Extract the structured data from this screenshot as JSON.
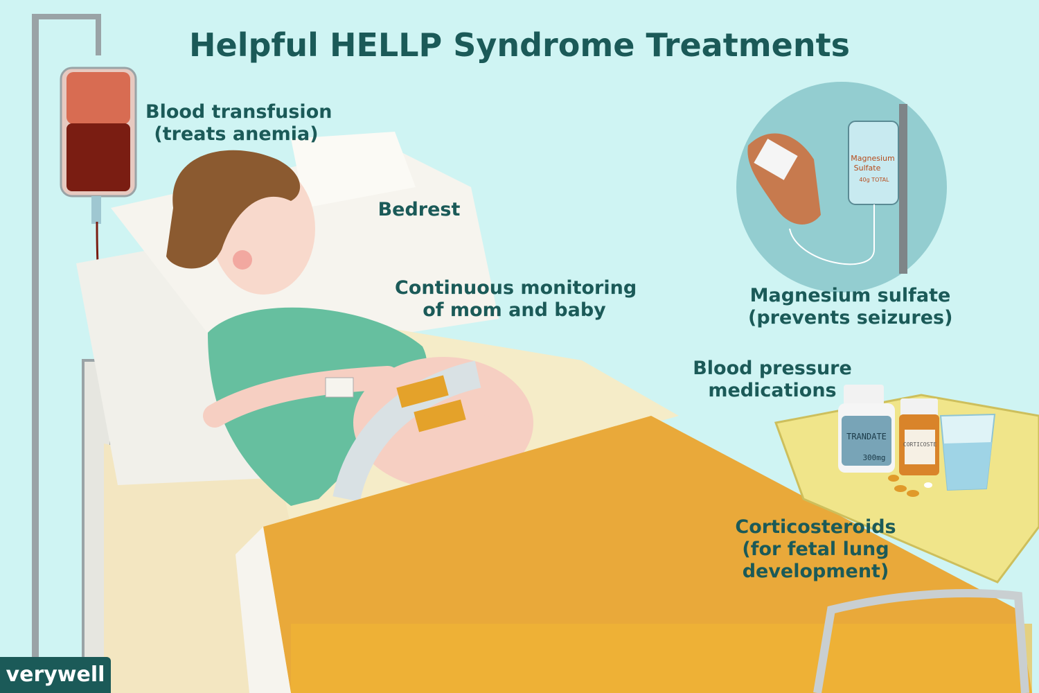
{
  "title": "Helpful HELLP Syndrome Treatments",
  "labels": {
    "blood_transfusion": [
      "Blood transfusion",
      "(treats anemia)"
    ],
    "bedrest": "Bedrest",
    "monitoring": [
      "Continuous monitoring",
      "of mom and baby"
    ],
    "magnesium": [
      "Magnesium sulfate",
      "(prevents seizures)"
    ],
    "bp_meds": [
      "Blood pressure",
      "medications"
    ],
    "corticosteroids": [
      "Corticosteroids",
      "(for fetal lung",
      "development)"
    ]
  },
  "illustration_text": {
    "mag_bag": [
      "Magnesium",
      "Sulfate",
      "40g TOTAL"
    ],
    "bottle1": [
      "TRANDATE",
      "300mg"
    ],
    "bottle2": "CORTICOSTE"
  },
  "logo": "verywell",
  "colors": {
    "background": "#cff4f3",
    "text": "#1b5a58",
    "blanket": "#e9a93a",
    "gown": "#66bf9f",
    "blood": "#7a1d12"
  }
}
